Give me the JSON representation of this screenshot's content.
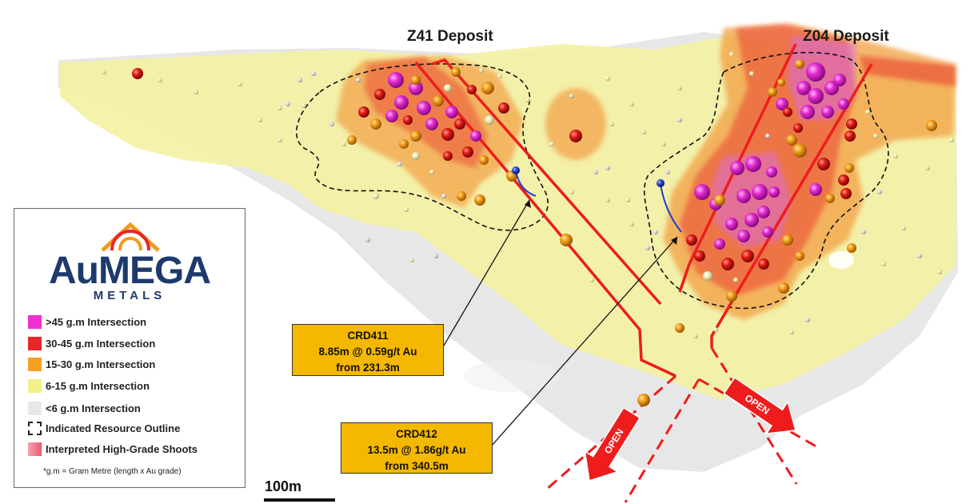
{
  "deposits": {
    "z41": "Z41 Deposit",
    "z04": "Z04 Deposit"
  },
  "logo": {
    "brand": "AuMEGA",
    "sub": "METALS"
  },
  "legend": [
    {
      "label": ">45 g.m Intersection",
      "color": "#ee2fd2"
    },
    {
      "label": "30-45 g.m Intersection",
      "color": "#e8262a"
    },
    {
      "label": "15-30 g.m Intersection",
      "color": "#f5a023"
    },
    {
      "label": "6-15 g.m Intersection",
      "color": "#f3f28a"
    },
    {
      "label": "<6 g.m Intersection",
      "color": "#e8e8e8"
    },
    {
      "label": "Indicated Resource Outline"
    },
    {
      "label": "Interpreted High-Grade Shoots"
    }
  ],
  "footnote": "*g.m = Gram Metre (length x Au grade)",
  "callouts": {
    "crd411": {
      "hole": "CRD411",
      "result": "8.85m @ 0.59g/t Au",
      "from": "from 231.3m"
    },
    "crd412": {
      "hole": "CRD412",
      "result": "13.5m @ 1.86g/t Au",
      "from": "from 340.5m"
    }
  },
  "open_labels": [
    "OPEN",
    "OPEN"
  ],
  "scale": "100m",
  "colors": {
    "shoot": "#ee1c1c",
    "drill_trace": "#1f3fd0",
    "callout_fill": "#f5b800",
    "brand": "#1e3a6d"
  }
}
